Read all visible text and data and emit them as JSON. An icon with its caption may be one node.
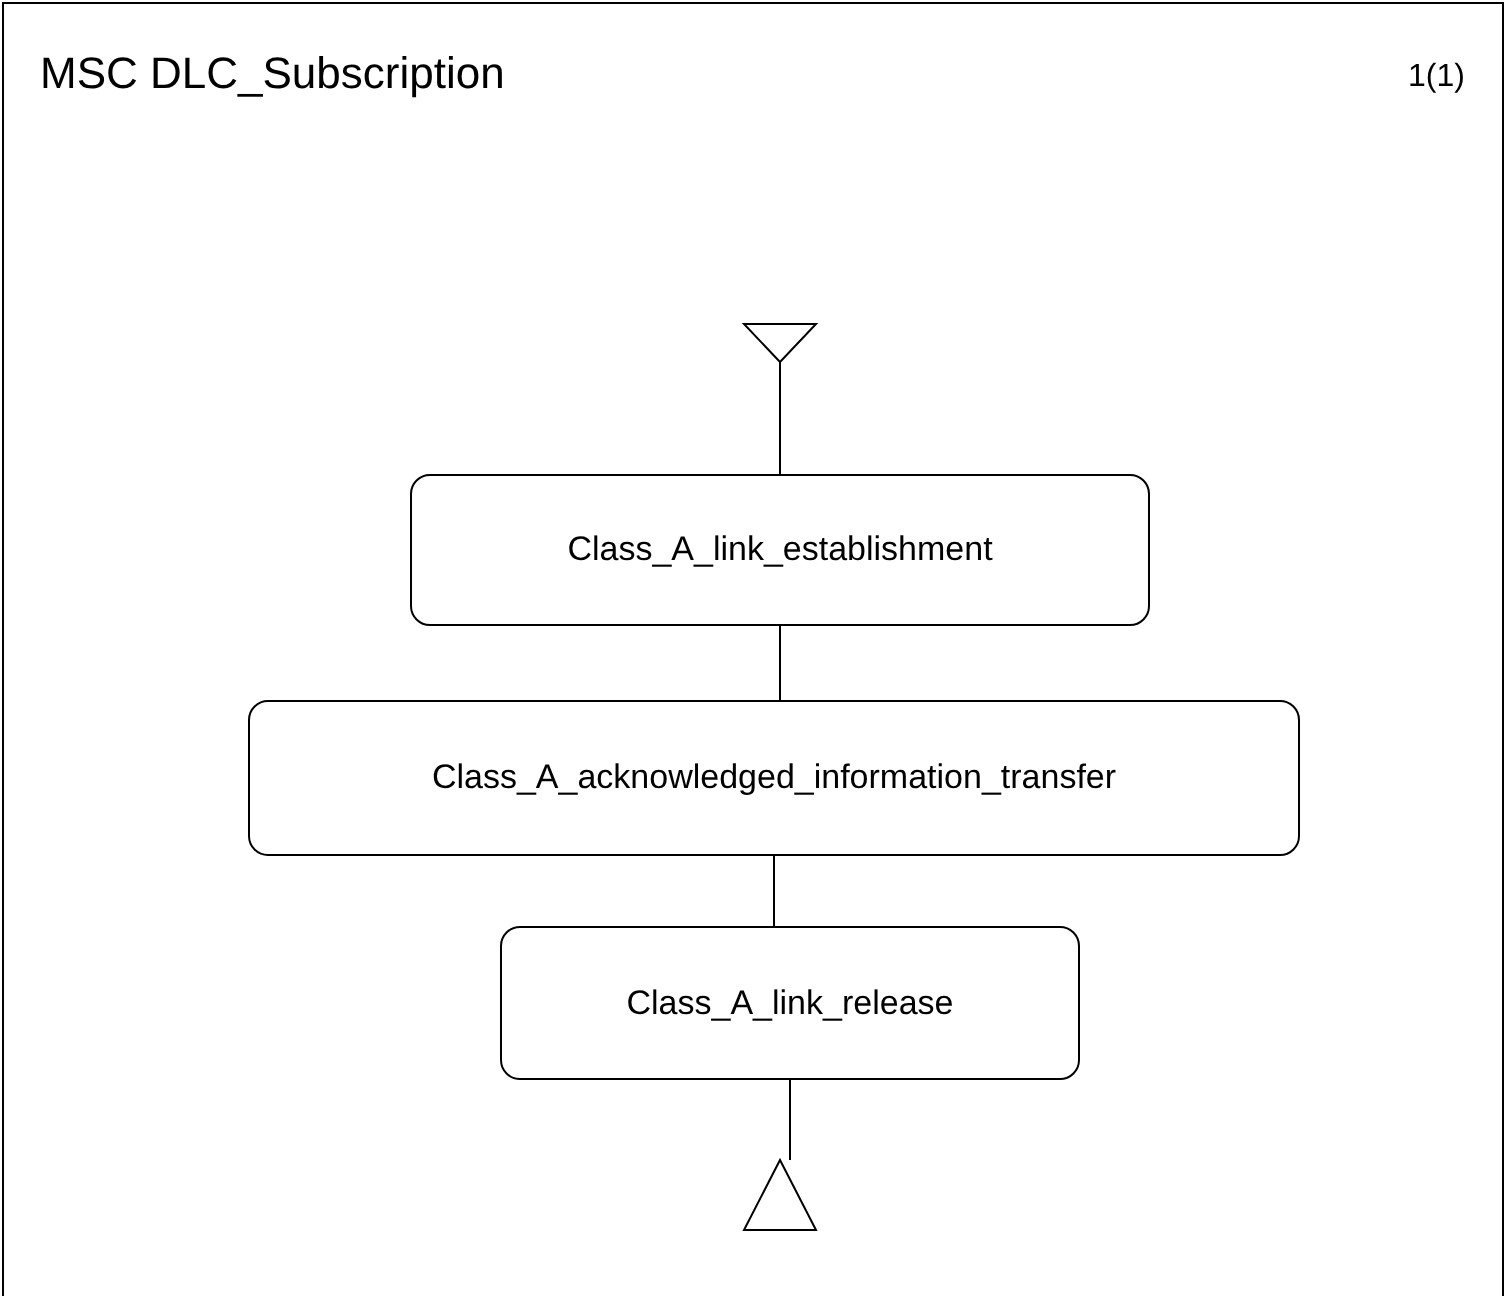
{
  "diagram": {
    "title": "MSC DLC_Subscription",
    "nodes": [
      {
        "text": [],
        "shape": "triangle"
      },
      {
        "text": [
          "Class_A_link_establishment"
        ]
      },
      {
        "text": [
          "Class_A_acknowledged_information_transfer"
        ]
      },
      {
        "text": [
          "Class_A_link_release"
        ]
      },
      {
        "text": [],
        "shape": "triangle"
      }
    ],
    "edges": [
      {
        "from": 0,
        "to": 1,
        "arrow": "none"
      },
      {
        "from": 1,
        "to": 2,
        "arrow": "none"
      },
      {
        "from": 2,
        "to": 3,
        "arrow": "none"
      },
      {
        "from": 3,
        "to": 4,
        "arrow": "none"
      }
    ],
    "labels": [
      "1(1)"
    ]
  }
}
